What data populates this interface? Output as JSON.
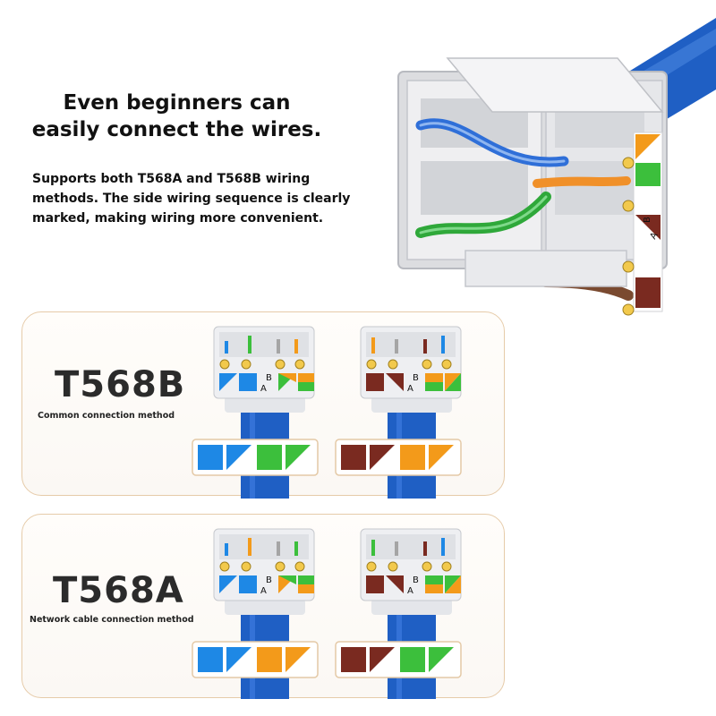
{
  "headline": {
    "line1": "Even beginners can",
    "line2": "easily connect the wires."
  },
  "description": {
    "line1": "Supports both T568A and T568B wiring",
    "line2": "methods. The side wiring sequence is clearly",
    "line3": "marked, making wiring more convenient."
  },
  "standards": [
    {
      "title": "T568B",
      "subtitle": "Common connection method",
      "left_swatches": [
        "solid-blue",
        "blue-white",
        "solid-green",
        "green-white"
      ],
      "right_swatches": [
        "solid-brown",
        "brown-white",
        "solid-orange",
        "orange-white"
      ]
    },
    {
      "title": "T568A",
      "subtitle": "Network cable connection method",
      "left_swatches": [
        "solid-blue",
        "blue-white",
        "solid-orange",
        "orange-white"
      ],
      "right_swatches": [
        "solid-brown",
        "brown-white",
        "solid-green",
        "green-white"
      ]
    }
  ],
  "jack_labels": {
    "a": "A",
    "b": "B"
  },
  "colors": {
    "blue": "#1e88e5",
    "green": "#3cbf3c",
    "orange": "#f39a1a",
    "brown": "#7a2a20",
    "cable": "#1f5fc4",
    "card_border": "#e6cba9"
  }
}
